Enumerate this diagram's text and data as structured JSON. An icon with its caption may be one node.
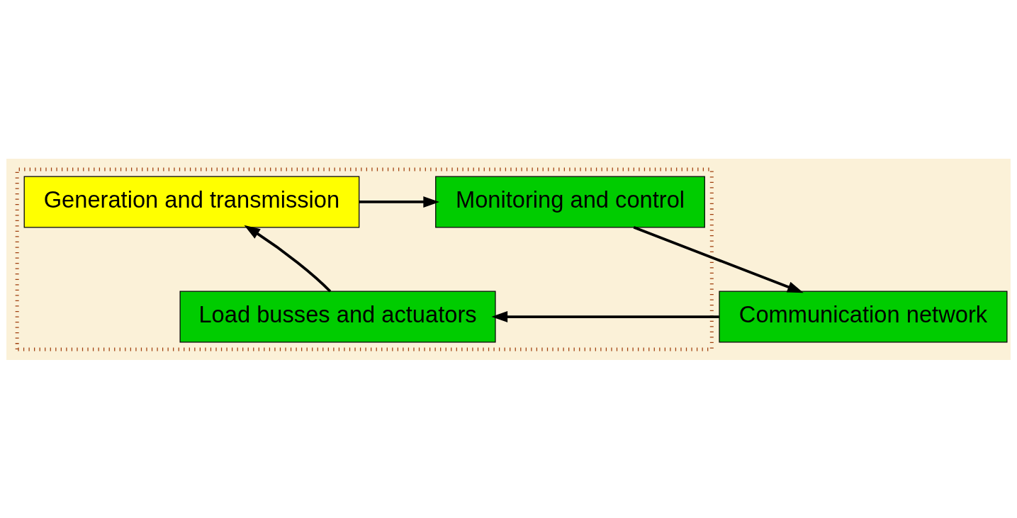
{
  "diagram": {
    "nodes": [
      {
        "text": [],
        "shape": "box"
      },
      {
        "text": [
          "Generation and transmission"
        ],
        "in": 0
      },
      {
        "text": [
          "Monitoring and control"
        ],
        "in": 0
      },
      {
        "text": [
          "Communication network"
        ]
      },
      {
        "text": [
          "Load busses and actuators"
        ],
        "in": 0
      }
    ],
    "edges": [
      {
        "from": 1,
        "to": 2,
        "arrow": "to"
      },
      {
        "from": 2,
        "to": 3,
        "arrow": "to"
      },
      {
        "from": 3,
        "to": 4,
        "arrow": "to"
      },
      {
        "from": 4,
        "to": 1,
        "arrow": "to"
      }
    ]
  }
}
